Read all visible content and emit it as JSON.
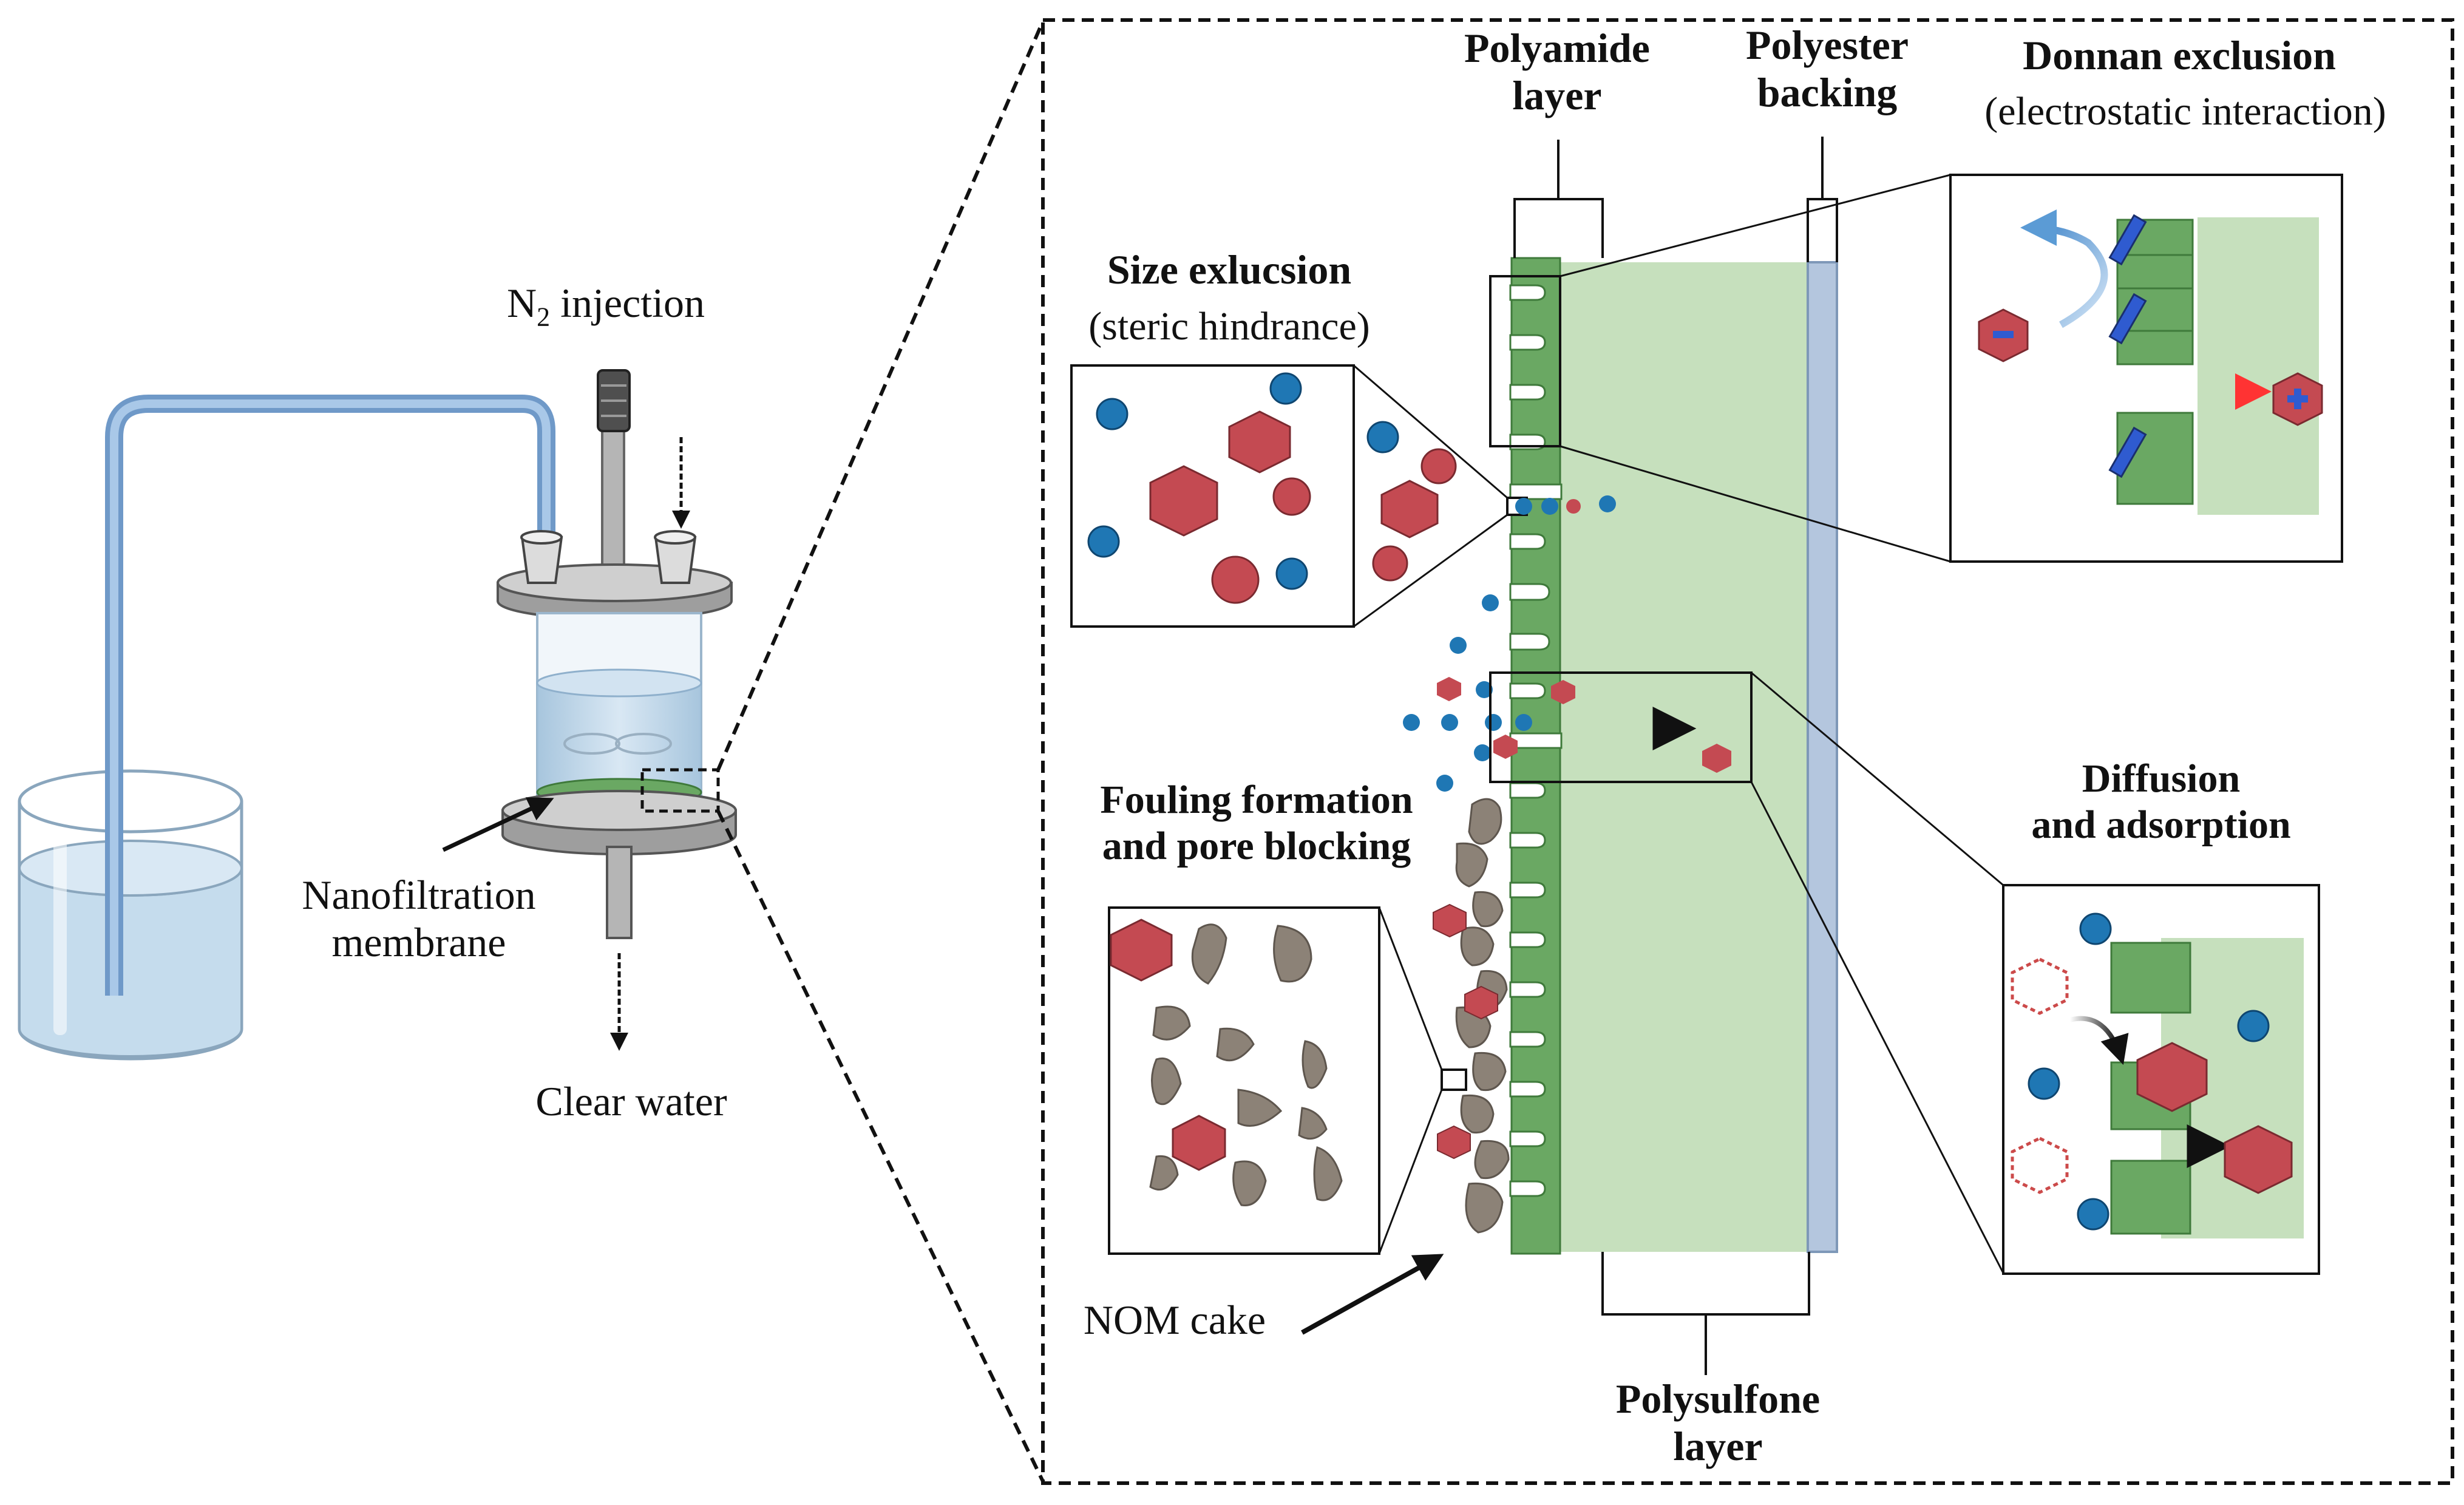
{
  "labels": {
    "n2_prefix": "N",
    "n2_sub": "2",
    "n2_suffix": " injection",
    "nanofiltration_1": "Nanofiltration",
    "nanofiltration_2": "membrane",
    "clear_water": "Clear water",
    "polyamide_1": "Polyamide",
    "polyamide_2": "layer",
    "polyester_1": "Polyester",
    "polyester_2": "backing",
    "donnan_title": "Donnan exclusion",
    "donnan_sub": "(electrostatic interaction)",
    "size_title": "Size exlucsion",
    "size_sub": "(steric hindrance)",
    "fouling_1": "Fouling formation",
    "fouling_2": "and pore blocking",
    "diffusion_1": "Diffusion",
    "diffusion_2": "and adsorption",
    "nom_cake": "NOM cake",
    "polysulfone_1": "Polysulfone",
    "polysulfone_2": "layer"
  },
  "colors": {
    "water": "#c5dced",
    "water_dark": "#a9c7df",
    "tube": "#8db3dc",
    "steel": "#c8c8c8",
    "steel_dark": "#555555",
    "membrane_green": "#6aa863",
    "membrane_dark": "#3f7a3b",
    "polysulfone": "#c6e0bd",
    "polyester": "#b4c6de",
    "ion_blue": "#1f77b4",
    "hex_red": "#c44a52",
    "nom_brown": "#8c8277",
    "arrow_blue": "#5b9bd5",
    "arrow_red": "#ff3333"
  },
  "icons": [
    "beaker-icon",
    "tube-icon",
    "stirred-cell-icon",
    "stirrer-icon",
    "membrane-icon",
    "particle-icon",
    "hexagon-icon",
    "arrow-icon",
    "zoom-frame-icon"
  ]
}
